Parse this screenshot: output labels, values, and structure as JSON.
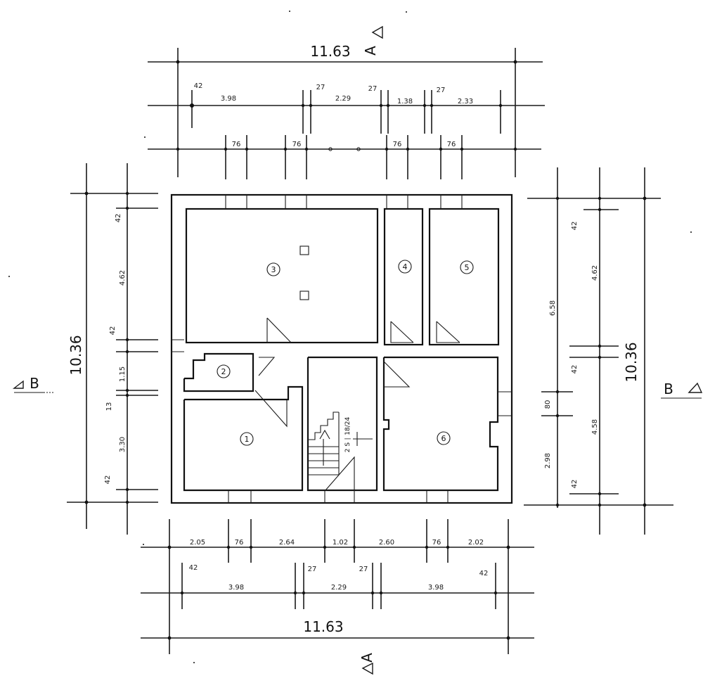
{
  "overall": {
    "top_width": "11.63",
    "bottom_width": "11.63",
    "left_height": "10.36",
    "right_height": "10.36"
  },
  "section_marks": {
    "top": "A",
    "bottom": "A",
    "left": "B",
    "right": "B"
  },
  "top_dims": {
    "row1": [
      "42",
      "3.98",
      "27",
      "2.29",
      "27",
      "1.38",
      "27",
      "2.33"
    ],
    "row2": [
      "76",
      "76",
      "76",
      "76"
    ]
  },
  "bottom_dims": {
    "row1": [
      "2.05",
      "76",
      "2.64",
      "1.02",
      "2.60",
      "76",
      "2.02"
    ],
    "row2": [
      "42",
      "3.98",
      "27",
      "2.29",
      "27",
      "3.98",
      "42"
    ]
  },
  "left_dims": [
    "42",
    "4.62",
    "42",
    "1.15",
    "13",
    "3.30",
    "42"
  ],
  "right_dims": {
    "outer": [
      "42",
      "4.62",
      "42",
      "4.58",
      "42"
    ],
    "inner": [
      "6.58",
      "80",
      "2.98"
    ]
  },
  "rooms": [
    "1",
    "2",
    "3",
    "4",
    "5",
    "6"
  ],
  "stair_label": "2 S ∣ 18/24"
}
